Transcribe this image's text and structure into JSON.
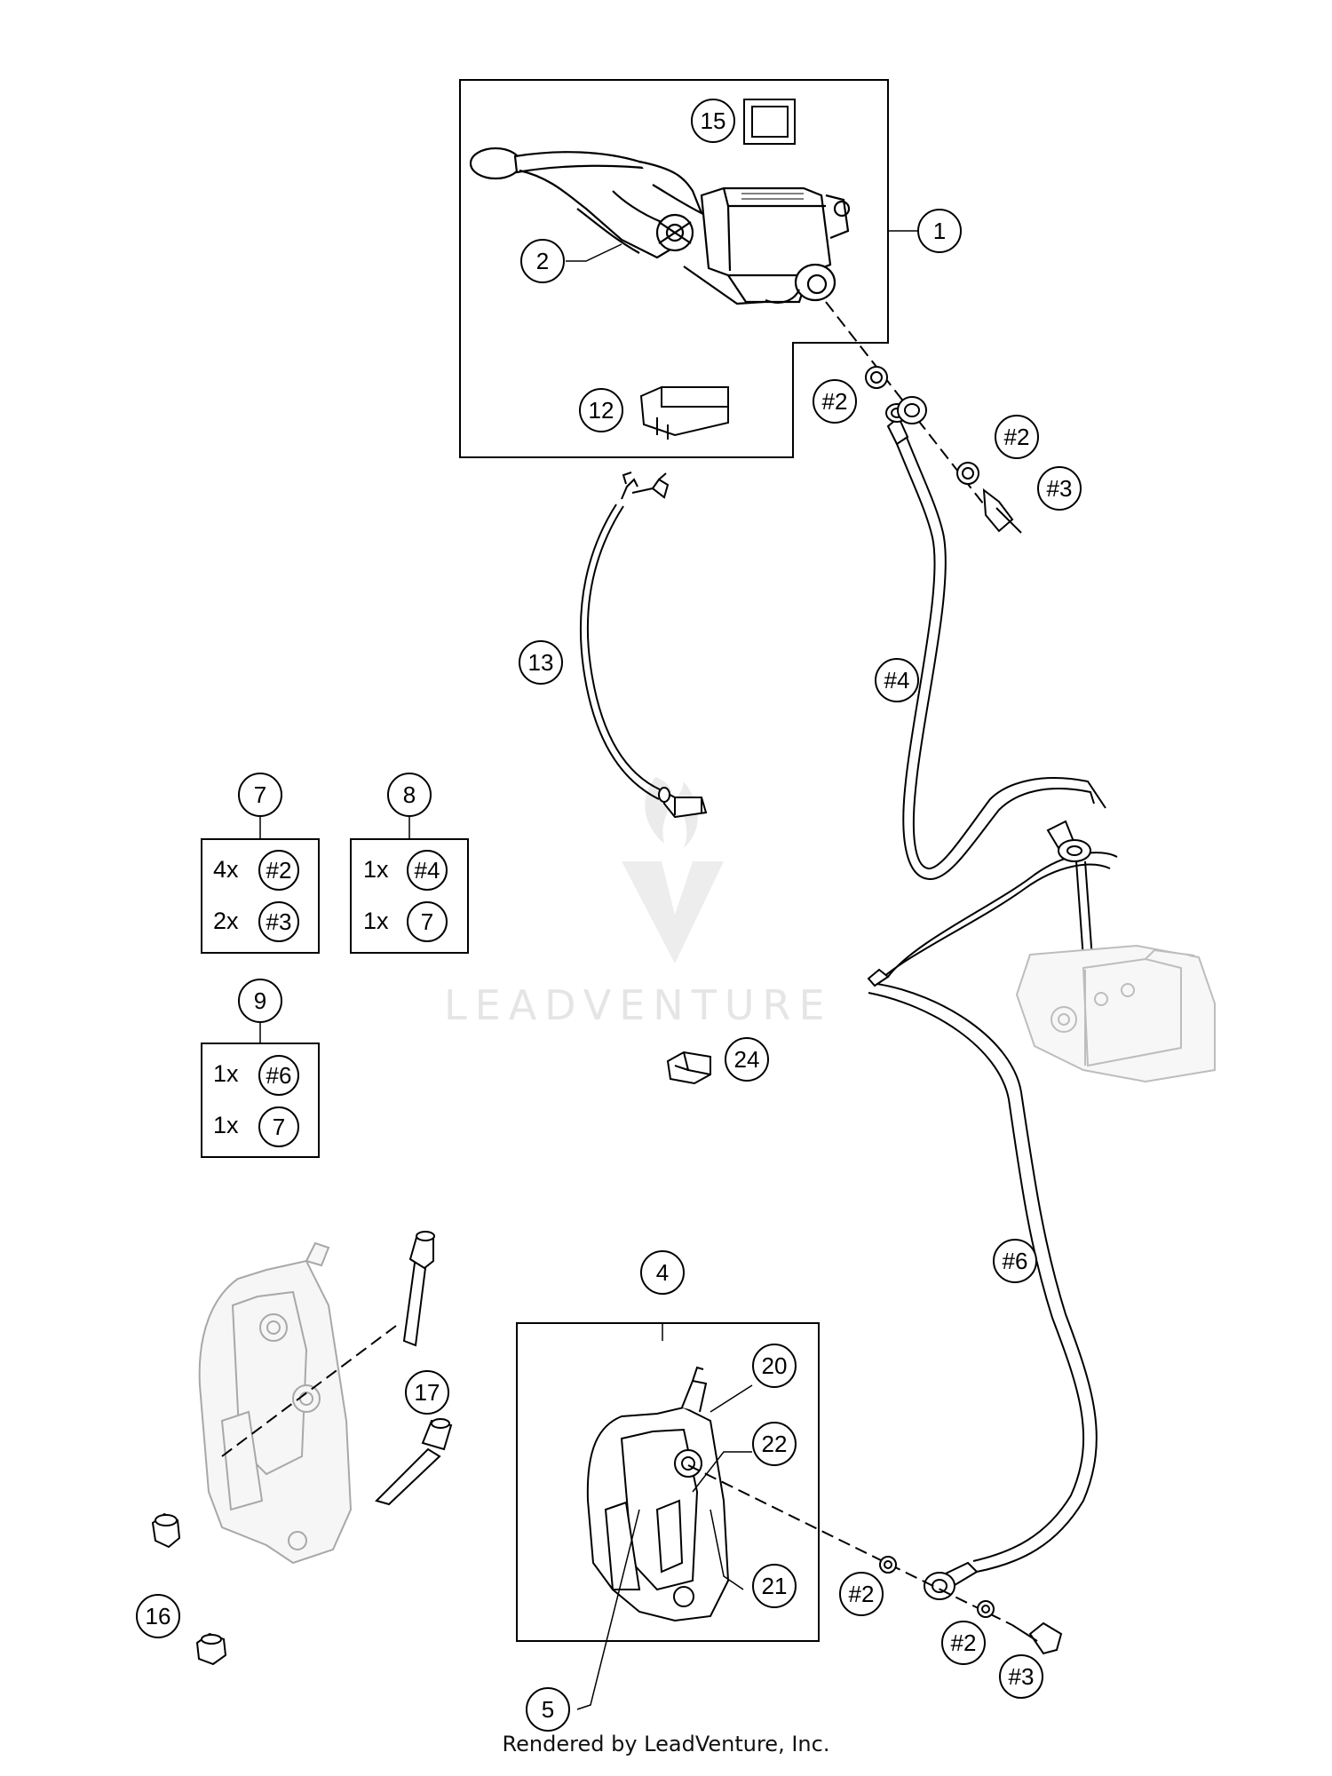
{
  "watermark": "LEADVENTURE",
  "footer": "Rendered by LeadVenture, Inc.",
  "callouts": {
    "c1": "1",
    "c2": "2",
    "c4": "4",
    "c5": "5",
    "c7": "7",
    "c8": "8",
    "c9": "9",
    "c12": "12",
    "c13": "13",
    "c15": "15",
    "c16": "16",
    "c17": "17",
    "c20": "20",
    "c21": "21",
    "c22": "22",
    "c24": "24",
    "ref_2": "#2",
    "ref_3": "#3",
    "ref_4": "#4",
    "ref_6": "#6"
  },
  "kits": {
    "kit7": {
      "row1_qty": "4x",
      "row1_ref": "#2",
      "row2_qty": "2x",
      "row2_ref": "#3"
    },
    "kit8": {
      "row1_qty": "1x",
      "row1_ref": "#4",
      "row2_qty": "1x",
      "row2_ref": "7"
    },
    "kit9": {
      "row1_qty": "1x",
      "row1_ref": "#6",
      "row2_qty": "1x",
      "row2_ref": "7"
    }
  }
}
